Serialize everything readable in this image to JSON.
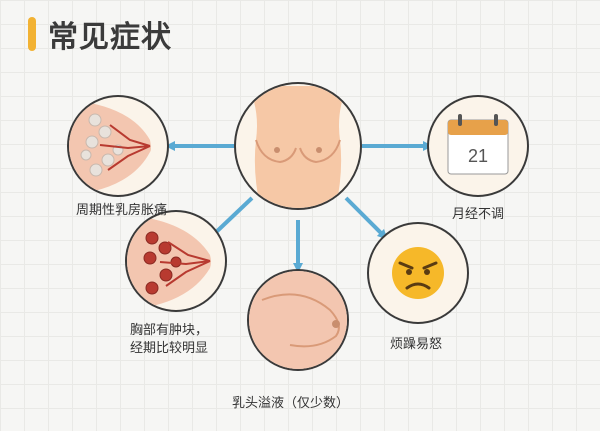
{
  "page": {
    "title": "常见症状"
  },
  "center": {
    "name": "chest-icon"
  },
  "symptoms": [
    {
      "id": "cyclic-pain",
      "label": "周期性乳房胀痛",
      "icon": "breast-tissue-icon"
    },
    {
      "id": "irregular-period",
      "label": "月经不调",
      "icon": "calendar-icon",
      "calendar_day": "21"
    },
    {
      "id": "lump",
      "label_line1": "胸部有肿块，",
      "label_line2": "经期比较明显",
      "icon": "breast-lump-icon"
    },
    {
      "id": "nipple-discharge",
      "label": "乳头溢液（仅少数）",
      "icon": "breast-side-icon"
    },
    {
      "id": "irritability",
      "label": "烦躁易怒",
      "icon": "angry-face-icon"
    }
  ],
  "colors": {
    "accent": "#f2b233",
    "arrow": "#5aaad3",
    "skin": "#f6c8a6",
    "circle_border": "#3a3a3a",
    "circle_fill": "#fbf4ea",
    "lump": "#b83a30"
  }
}
